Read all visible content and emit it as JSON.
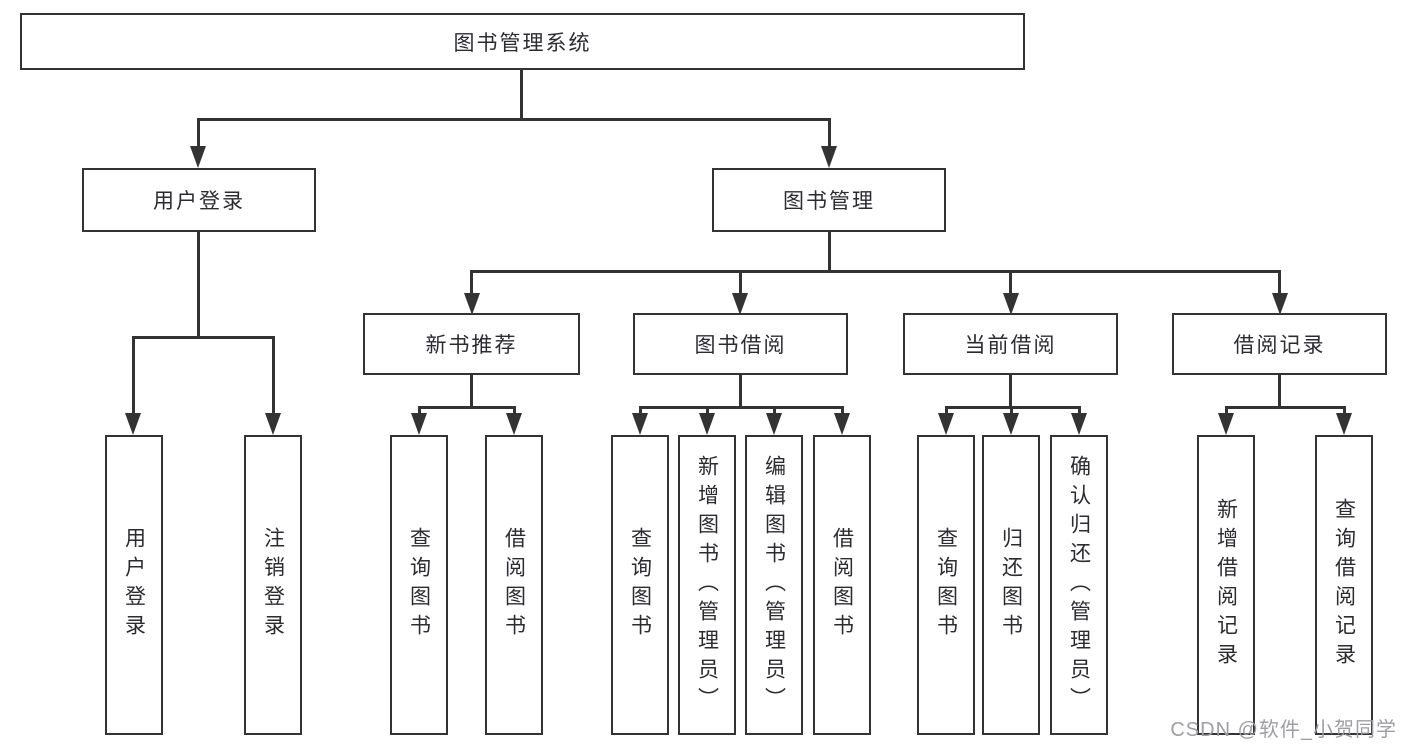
{
  "colors": {
    "line": "#333333",
    "text": "#2c2c30",
    "box_background": "#ffffff",
    "watermark": "#9e9ea3",
    "page_background": "#ffffff"
  },
  "watermark": {
    "text": "CSDN @软件_小贺同学"
  },
  "tree": {
    "root": {
      "label": "图书管理系统"
    },
    "branches": [
      {
        "label": "用户登录",
        "children": [
          {
            "label": "用户登录"
          },
          {
            "label": "注销登录"
          }
        ]
      },
      {
        "label": "图书管理",
        "children": [
          {
            "label": "新书推荐",
            "children": [
              {
                "label": "查询图书"
              },
              {
                "label": "借阅图书"
              }
            ]
          },
          {
            "label": "图书借阅",
            "children": [
              {
                "label": "查询图书"
              },
              {
                "label": "新增图书（管理员）"
              },
              {
                "label": "编辑图书（管理员）"
              },
              {
                "label": "借阅图书"
              }
            ]
          },
          {
            "label": "当前借阅",
            "children": [
              {
                "label": "查询图书"
              },
              {
                "label": "归还图书"
              },
              {
                "label": "确认归还（管理员）"
              }
            ]
          },
          {
            "label": "借阅记录",
            "children": [
              {
                "label": "新增借阅记录"
              },
              {
                "label": "查询借阅记录"
              }
            ]
          }
        ]
      }
    ]
  }
}
